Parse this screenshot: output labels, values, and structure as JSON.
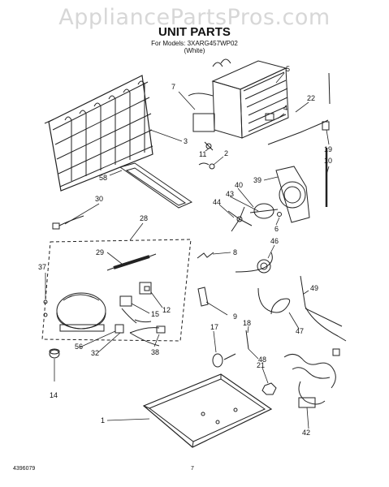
{
  "watermark": "AppliancePartsPros.com",
  "title": "UNIT PARTS",
  "subtitle_line1": "For Models: 3XARG457WP02",
  "subtitle_line2": "(White)",
  "footer_left": "4396079",
  "footer_page": "7",
  "callouts": [
    "7",
    "5",
    "3",
    "4",
    "22",
    "11",
    "2",
    "19",
    "10",
    "58",
    "39",
    "40",
    "43",
    "44",
    "30",
    "6",
    "28",
    "46",
    "29",
    "8",
    "37",
    "49",
    "15",
    "12",
    "9",
    "18",
    "17",
    "47",
    "56",
    "32",
    "38",
    "48",
    "21",
    "14",
    "1",
    "42"
  ]
}
